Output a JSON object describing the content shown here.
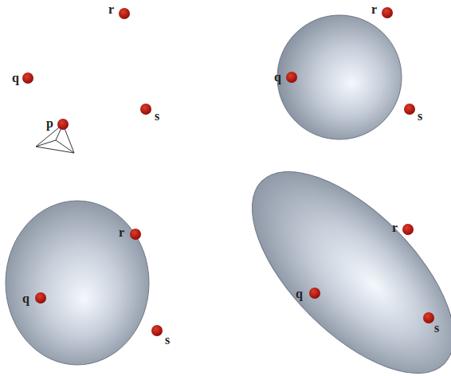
{
  "diagram": {
    "labels": [
      "r",
      "q",
      "p",
      "s",
      "r",
      "q",
      "s",
      "r",
      "q",
      "s",
      "r",
      "q",
      "s"
    ]
  }
}
